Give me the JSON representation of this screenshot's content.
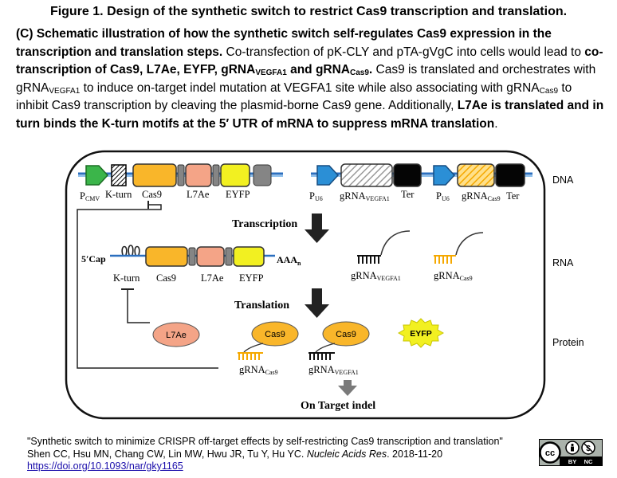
{
  "title": "Figure 1. Design of the synthetic switch to restrict Cas9 transcription and translation.",
  "caption": {
    "p1": "(C) Schematic illustration of how the synthetic switch self-regulates Cas9 expression in the transcription and translation steps.",
    "p2": " Co-transfection of pK-CLY and pTA-gVgC into cells would lead to ",
    "p3": "co-transcription of Cas9, L7Ae, EYFP, gRNA",
    "p3_sub1": "VEGFA1",
    "p3_mid": " and gRNA",
    "p3_sub2": "Cas9",
    "p3_end": ".",
    "p4": " Cas9 is translated and orchestrates with gRNA",
    "p4_sub": "VEGFA1",
    "p5": " to induce on-target indel mutation at VEGFA1 site while also associating with gRNA",
    "p5_sub": "Cas9",
    "p6": " to inhibit Cas9 transcription by cleaving the plasmid-borne Cas9 gene. Additionally, ",
    "p7": "L7Ae is translated and in turn binds the K-turn motifs at the 5′ UTR of mRNA to suppress mRNA translation",
    "p8": "."
  },
  "diagram": {
    "row_labels": {
      "dna": "DNA",
      "rna": "RNA",
      "protein": "Protein"
    },
    "dna": {
      "pcmv": "P",
      "pcmv_sub": "CMV",
      "kturn": "K-turn",
      "cas9": "Cas9",
      "l7ae": "L7Ae",
      "eyfp": "EYFP",
      "pu6_1": "P",
      "pu6_1_sub": "U6",
      "grna_v": "gRNA",
      "grna_v_sub": "VEGFA1",
      "ter1": "Ter",
      "pu6_2": "P",
      "pu6_2_sub": "U6",
      "grna_c": "gRNA",
      "grna_c_sub": "Cas9",
      "ter2": "Ter"
    },
    "transcription": "Transcription",
    "rna": {
      "cap": "5′Cap",
      "aaa": "AAA",
      "aaa_sub": "n",
      "kturn": "K-turn",
      "cas9": "Cas9",
      "l7ae": "L7Ae",
      "eyfp": "EYFP",
      "grna_v": "gRNA",
      "grna_v_sub": "VEGFA1",
      "grna_c": "gRNA",
      "grna_c_sub": "Cas9"
    },
    "translation": "Translation",
    "protein": {
      "l7ae": "L7Ae",
      "cas9_1": "Cas9",
      "cas9_2": "Cas9",
      "eyfp": "EYFP",
      "grna_c": "gRNA",
      "grna_c_sub": "Cas9",
      "grna_v": "gRNA",
      "grna_v_sub": "VEGFA1"
    },
    "on_target": "On Target indel"
  },
  "reference": {
    "line1": "\"Synthetic switch to minimize CRISPR off-target effects by self-restricting Cas9 transcription and translation\"",
    "authors": "Shen CC, Hsu MN, Chang CW, Lin MW, Hwu JR, Tu Y, Hu YC. ",
    "journal": "Nucleic Acids Res",
    "year": ". 2018-11-20",
    "doi": "https://doi.org/10.1093/nar/gky1165"
  },
  "license": {
    "cc": "cc",
    "by": "BY",
    "nc": "NC"
  },
  "colors": {
    "cas9": "#f9b62a",
    "l7ae": "#f4a487",
    "eyfp": "#f2f021",
    "promoter_cmv": "#3bb54a",
    "promoter_u6": "#2b8fd6",
    "grey": "#858585",
    "backbone": "#2b6fbf",
    "arrow": "#222222"
  }
}
